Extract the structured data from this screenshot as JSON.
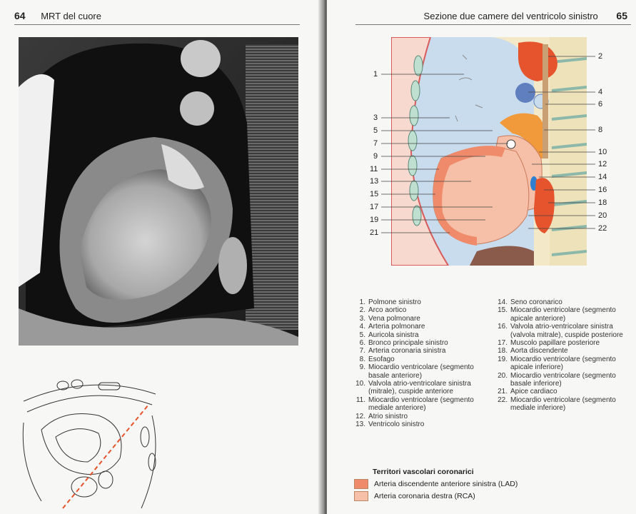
{
  "left_page": {
    "page_number": "64",
    "title": "MRT del cuore"
  },
  "right_page": {
    "page_number": "65",
    "title": "Sezione due camere del ventricolo sinistro",
    "callout_numbers_left": [
      "1",
      "3",
      "5",
      "7",
      "9",
      "11",
      "13",
      "15",
      "17",
      "19",
      "21"
    ],
    "callout_numbers_right": [
      "2",
      "4",
      "6",
      "8",
      "10",
      "12",
      "14",
      "16",
      "18",
      "20",
      "22"
    ],
    "legend_left": [
      {
        "n": "1.",
        "text": "Polmone sinistro"
      },
      {
        "n": "2.",
        "text": "Arco aortico"
      },
      {
        "n": "3.",
        "text": "Vena polmonare"
      },
      {
        "n": "4.",
        "text": "Arteria polmonare"
      },
      {
        "n": "5.",
        "text": "Auricola sinistra"
      },
      {
        "n": "6.",
        "text": "Bronco principale sinistro"
      },
      {
        "n": "7.",
        "text": "Arteria coronaria sinistra"
      },
      {
        "n": "8.",
        "text": "Esofago"
      },
      {
        "n": "9.",
        "text": "Miocardio ventricolare (segmento basale anteriore)"
      },
      {
        "n": "10.",
        "text": "Valvola atrio-ventricolare sinistra (mitrale), cuspide anteriore"
      },
      {
        "n": "11.",
        "text": "Miocardio ventricolare (segmento mediale anteriore)"
      },
      {
        "n": "12.",
        "text": "Atrio sinistro"
      },
      {
        "n": "13.",
        "text": "Ventricolo sinistro"
      }
    ],
    "legend_right": [
      {
        "n": "14.",
        "text": "Seno coronarico"
      },
      {
        "n": "15.",
        "text": "Miocardio ventricolare (segmento apicale anteriore)"
      },
      {
        "n": "16.",
        "text": "Valvola atrio-ventricolare sinistra (valvola mitrale), cuspide posteriore"
      },
      {
        "n": "17.",
        "text": "Muscolo papillare posteriore"
      },
      {
        "n": "18.",
        "text": "Aorta discendente"
      },
      {
        "n": "19.",
        "text": "Miocardio ventricolare (segmento apicale inferiore)"
      },
      {
        "n": "20.",
        "text": "Miocardio ventricolare (segmento basale inferiore)"
      },
      {
        "n": "21.",
        "text": "Apice cardiaco"
      },
      {
        "n": "22.",
        "text": "Miocardio ventricolare (segmento mediale inferiore)"
      }
    ],
    "territories": {
      "title": "Territori vascolari coronarici",
      "items": [
        {
          "label": "Arteria discendente anteriore sinistra (LAD)",
          "color": "#ef8a6a"
        },
        {
          "label": "Arteria coronaria destra (RCA)",
          "color": "#f6c0a8"
        }
      ]
    }
  },
  "colors": {
    "lung": "#c8dced",
    "aorta": "#e5542c",
    "pulmonary_artery": "#5f7fbf",
    "left_atrium": "#f5b58c",
    "orange_structure": "#f09a3c",
    "myocardium_lad": "#ef8a6a",
    "myocardium_rca": "#f6c0a8",
    "coronary_sinus": "#2f7fd0"
  }
}
